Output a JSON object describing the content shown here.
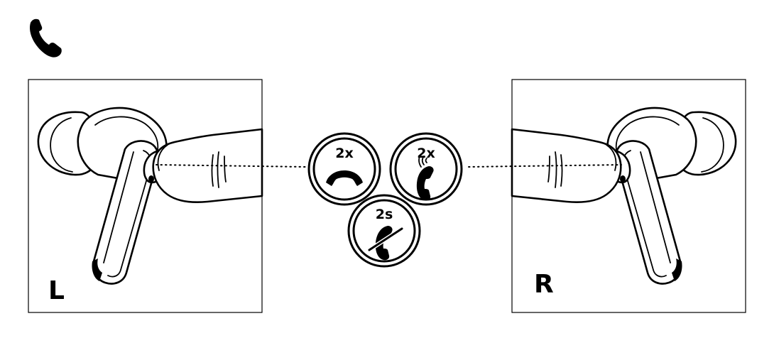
{
  "header": {
    "icon": "phone-icon"
  },
  "panels": {
    "left": {
      "label": "L"
    },
    "right": {
      "label": "R"
    }
  },
  "actions": [
    {
      "id": "end-call",
      "text": "2x",
      "icon": "hang-up-icon"
    },
    {
      "id": "answer-call",
      "text": "2x",
      "icon": "ringing-phone-icon"
    },
    {
      "id": "reject-call",
      "text": "2s",
      "icon": "phone-slash-icon"
    }
  ],
  "colors": {
    "ink": "#000000",
    "background": "#ffffff"
  }
}
